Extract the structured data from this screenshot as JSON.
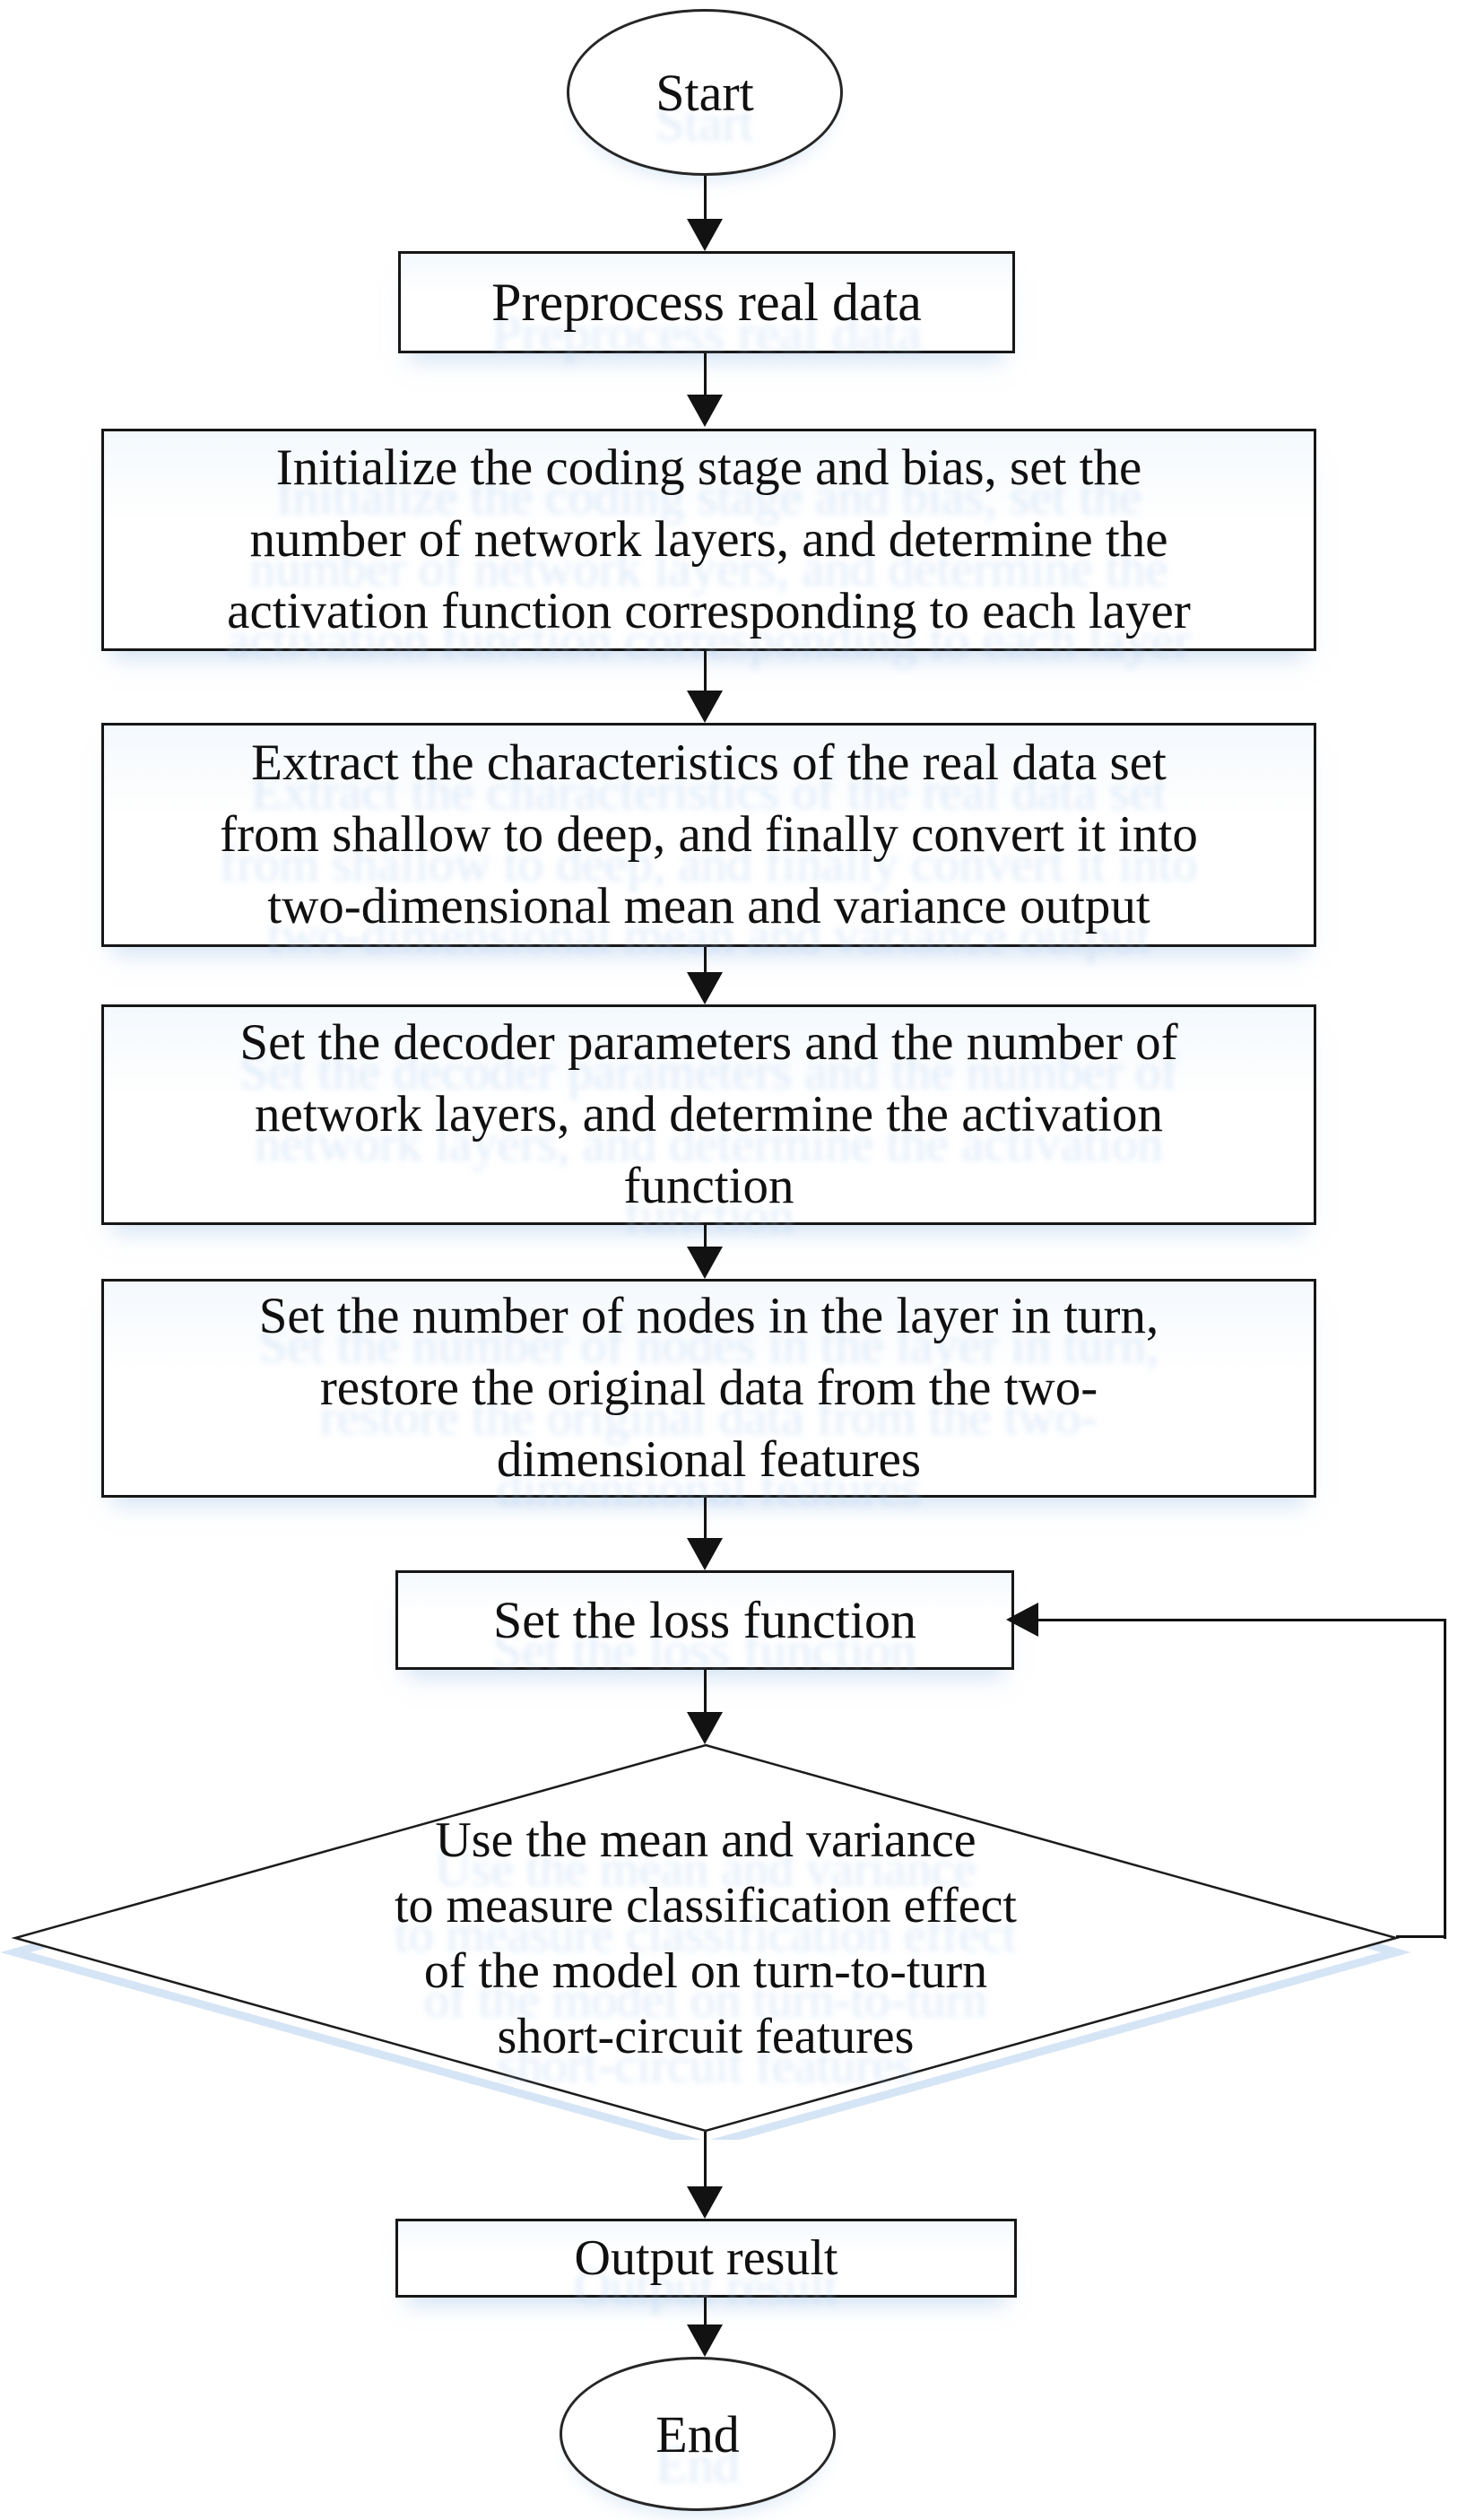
{
  "figure": {
    "type": "flowchart",
    "colors": {
      "background": "#ffffff",
      "stroke": "#171717",
      "text": "#101010",
      "glow": "#dbe8f6"
    },
    "nodes": [
      {
        "id": "start",
        "shape": "ellipse",
        "lines": [
          "Start"
        ]
      },
      {
        "id": "preprocess",
        "shape": "rect",
        "lines": [
          "Preprocess real data"
        ]
      },
      {
        "id": "init-encoder",
        "shape": "rect",
        "lines": [
          "Initialize the coding stage and bias, set the",
          "number of network layers, and determine the",
          "activation function corresponding to each layer"
        ]
      },
      {
        "id": "extract-features",
        "shape": "rect",
        "lines": [
          "Extract the characteristics of the real data set",
          "from shallow to deep, and finally convert it into",
          "two-dimensional mean and variance output"
        ]
      },
      {
        "id": "decoder-params",
        "shape": "rect",
        "lines": [
          "Set the decoder parameters and the number of",
          "network layers, and determine the activation",
          "function"
        ]
      },
      {
        "id": "layer-nodes",
        "shape": "rect",
        "lines": [
          "Set the number of nodes in the layer in turn,",
          "restore the original data from the two-",
          "dimensional features"
        ]
      },
      {
        "id": "loss-function",
        "shape": "rect",
        "lines": [
          "Set the loss function"
        ]
      },
      {
        "id": "decision",
        "shape": "diamond",
        "lines": [
          "Use the mean and variance",
          "to measure classification effect",
          "of the model on turn-to-turn",
          "short-circuit features"
        ]
      },
      {
        "id": "output",
        "shape": "rect",
        "lines": [
          "Output result"
        ]
      },
      {
        "id": "end",
        "shape": "ellipse",
        "lines": [
          "End"
        ]
      }
    ],
    "edges": [
      {
        "from": "start",
        "to": "preprocess"
      },
      {
        "from": "preprocess",
        "to": "init-encoder"
      },
      {
        "from": "init-encoder",
        "to": "extract-features"
      },
      {
        "from": "extract-features",
        "to": "decoder-params"
      },
      {
        "from": "decoder-params",
        "to": "layer-nodes"
      },
      {
        "from": "layer-nodes",
        "to": "loss-function"
      },
      {
        "from": "loss-function",
        "to": "decision"
      },
      {
        "from": "decision",
        "to": "output"
      },
      {
        "from": "decision",
        "to": "loss-function",
        "type": "feedback"
      },
      {
        "from": "output",
        "to": "end"
      }
    ]
  }
}
